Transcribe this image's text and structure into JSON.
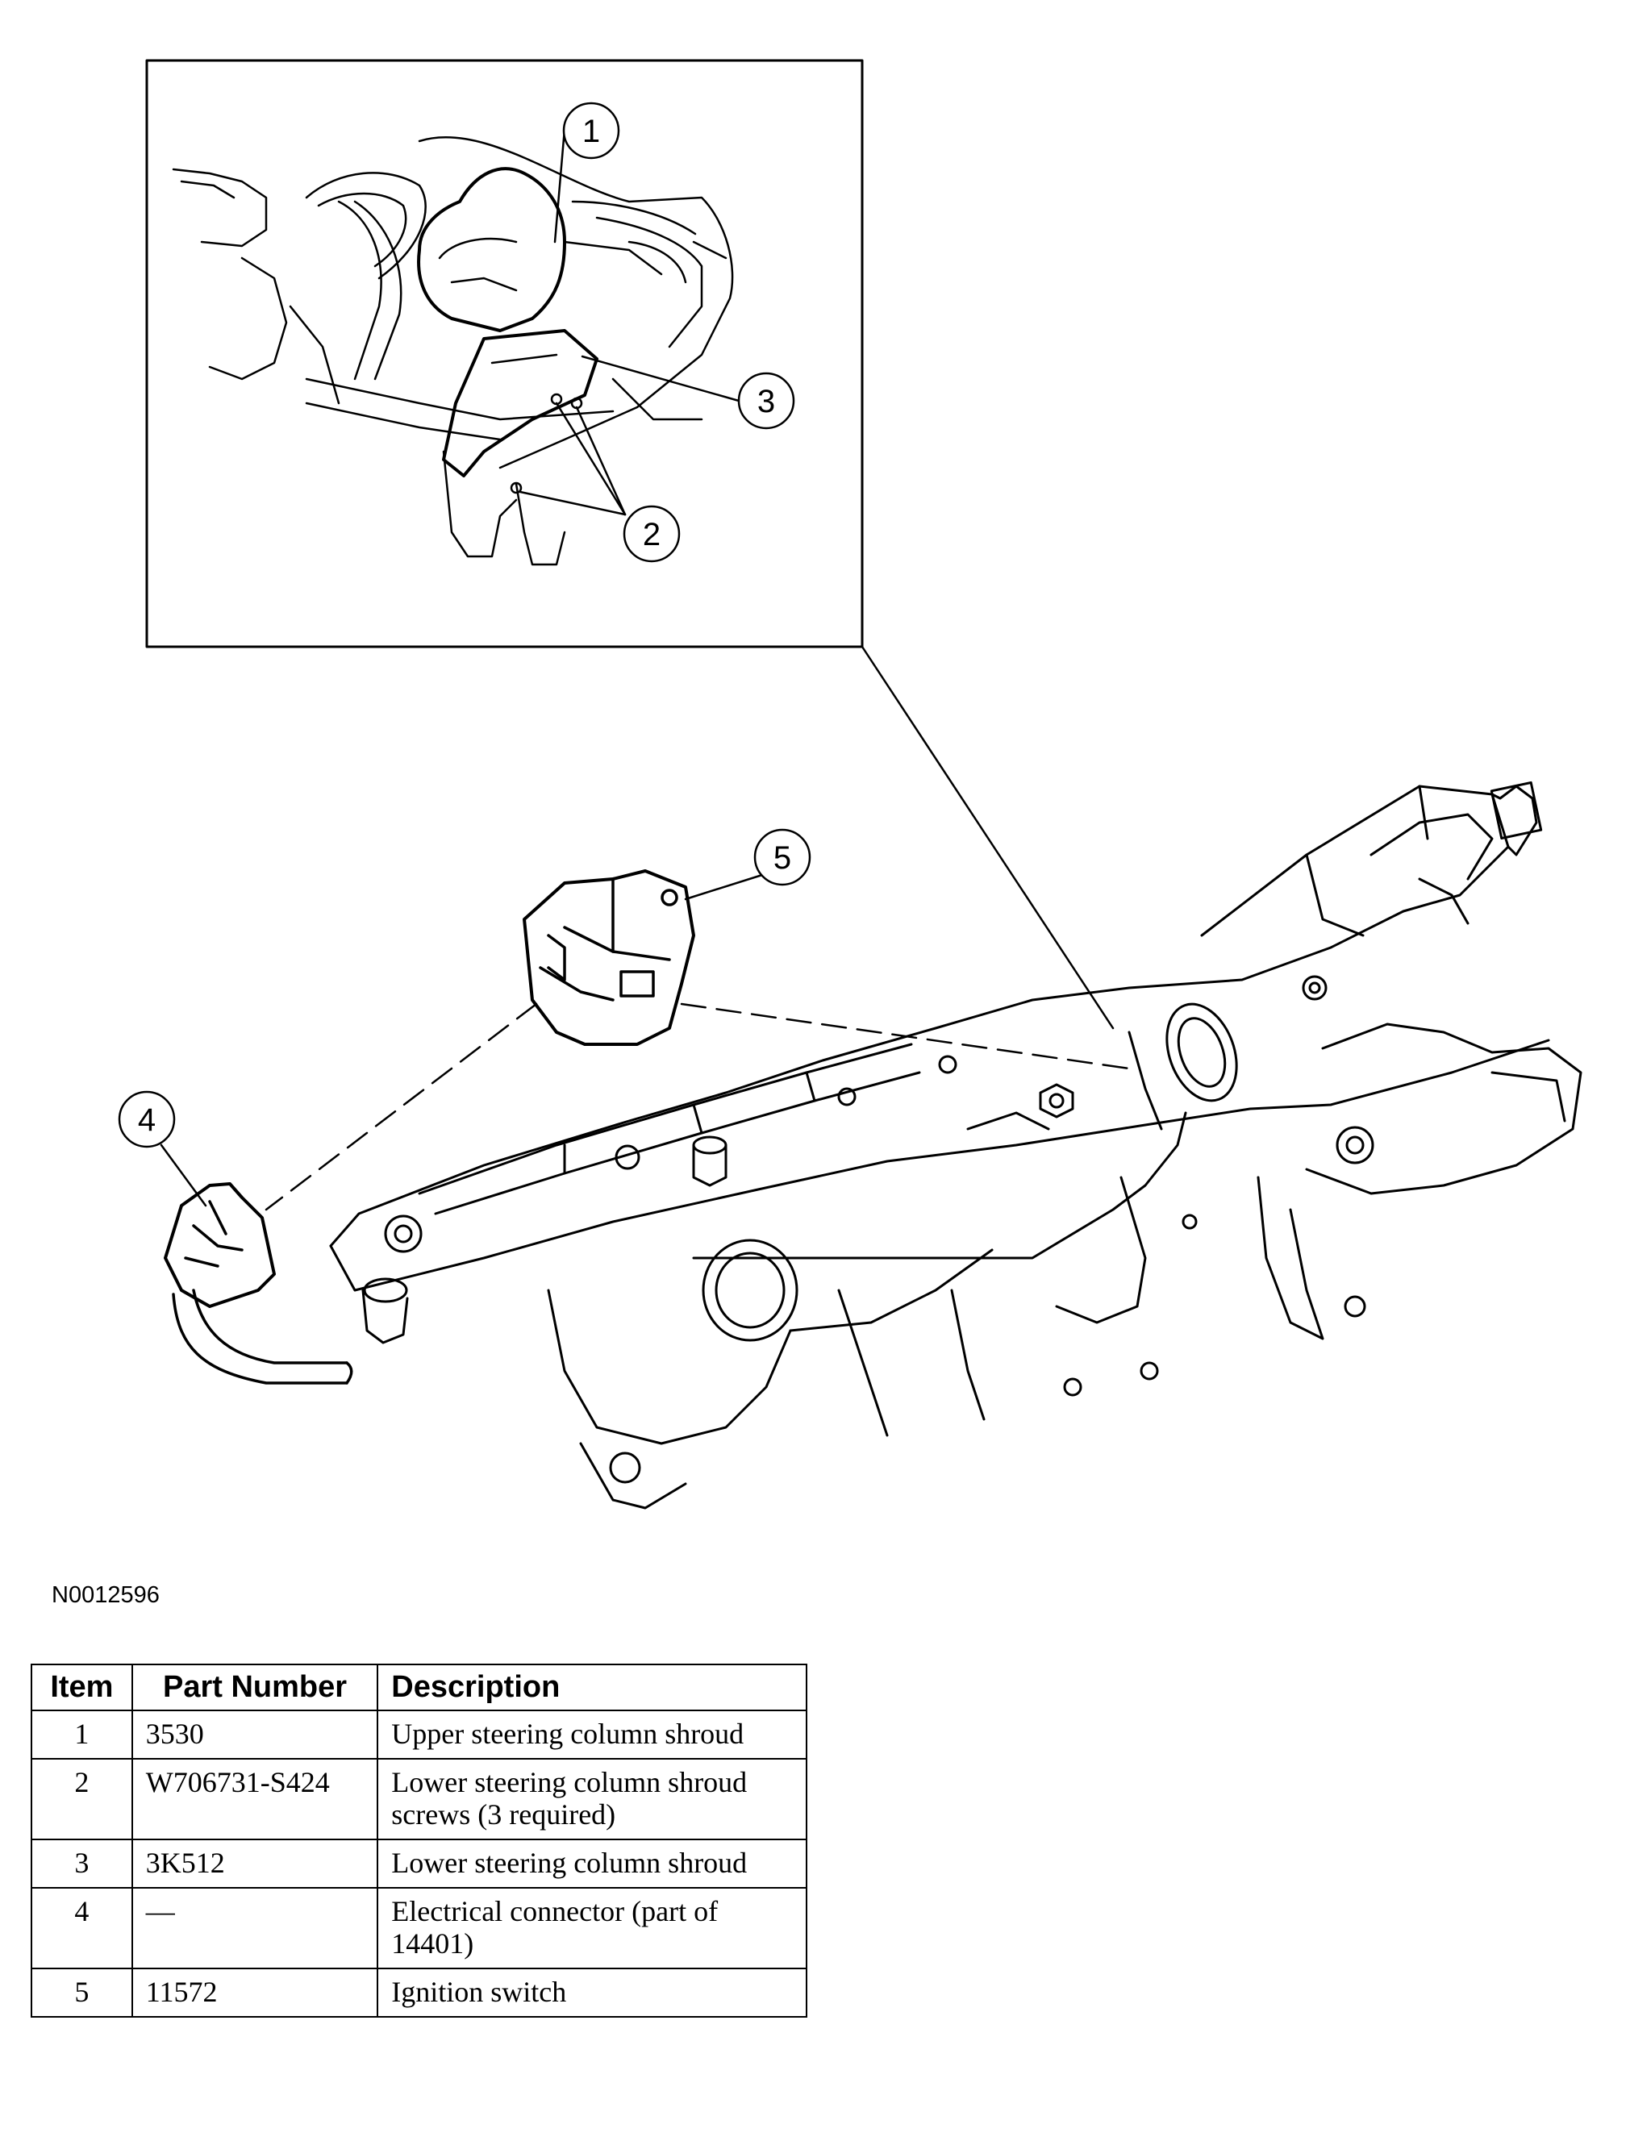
{
  "figure": {
    "code": "N0012596",
    "callouts": [
      "1",
      "2",
      "3",
      "4",
      "5"
    ]
  },
  "table": {
    "headers": [
      "Item",
      "Part Number",
      "Description"
    ],
    "rows": [
      {
        "item": "1",
        "part": "3530",
        "desc": "Upper steering column shroud"
      },
      {
        "item": "2",
        "part": "W706731-S424",
        "desc": "Lower steering column shroud screws (3 required)"
      },
      {
        "item": "3",
        "part": "3K512",
        "desc": "Lower steering column shroud"
      },
      {
        "item": "4",
        "part": "—",
        "desc": "Electrical connector (part of 14401)"
      },
      {
        "item": "5",
        "part": "11572",
        "desc": "Ignition switch"
      }
    ]
  }
}
